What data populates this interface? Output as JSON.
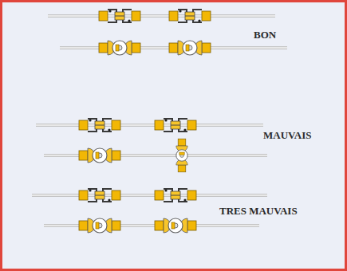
{
  "diagram": {
    "labels": [
      "BON",
      "MAUVAIS",
      "TRES MAUVAIS"
    ]
  }
}
